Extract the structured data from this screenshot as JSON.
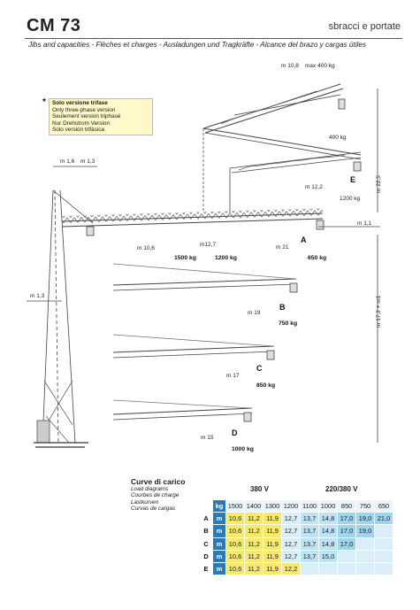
{
  "header": {
    "title": "CM 73",
    "subtitle": "sbracci e portate",
    "jibs_line": "Jibs and capacities  -  Flèches et charges  -  Ausladungen und Tragkräfte  -  Alcance del brazo y cargas útiles"
  },
  "note": {
    "star": "*",
    "lines": [
      "Solo versione trifase",
      "Only three-phase version",
      "Seulement version triphasé",
      "Nur Drehstrom Version",
      "Solo versión trifásica"
    ]
  },
  "diagram": {
    "top_m": "m 10,8",
    "top_max": "max 400 kg",
    "w400": "400 kg",
    "e_m": "m 12,2",
    "e_letter": "E",
    "e_kg": "1200 kg",
    "h225": "m 22,5",
    "m16": "m 1,6",
    "m13top": "m 1,3",
    "m11": "m 1,1",
    "m106": "m 10,6",
    "m127": "m12,7",
    "kg1500": "1500 kg",
    "kg1200": "1200 kg",
    "a_m": "m 21",
    "a_letter": "A",
    "a_kg": "650 kg",
    "m13side": "m 1,3",
    "h172": "m 17,2 + m1",
    "b_m": "m 19",
    "b_letter": "B",
    "b_kg": "750 kg",
    "c_m": "m 17",
    "c_letter": "C",
    "c_kg": "850 kg",
    "d_m": "m 15",
    "d_letter": "D",
    "d_kg": "1000 kg"
  },
  "curves": {
    "title": "Curve di carico",
    "subs": [
      "Load diagrams",
      "Courbes de charge",
      "Lastkurven",
      "Curvas de cargas"
    ],
    "volt1": "380 V",
    "volt2": "220/380 V",
    "kg_label": "kg",
    "m_label": "m",
    "loads": [
      "1500",
      "1400",
      "1300",
      "1200",
      "1100",
      "1000",
      "850",
      "750",
      "650"
    ],
    "rows": [
      {
        "id": "A",
        "values": [
          "10,6",
          "11,2",
          "11,9",
          "12,7",
          "13,7",
          "14,8",
          "17,0",
          "19,0",
          "21,0"
        ]
      },
      {
        "id": "B",
        "values": [
          "10,6",
          "11,2",
          "11,9",
          "12,7",
          "13,7",
          "14,8",
          "17,0",
          "19,0",
          ""
        ]
      },
      {
        "id": "C",
        "values": [
          "10,6",
          "11,2",
          "11,9",
          "12,7",
          "13,7",
          "14,8",
          "17,0",
          "",
          ""
        ]
      },
      {
        "id": "D",
        "values": [
          "10,6",
          "11,2",
          "11,9",
          "12,7",
          "13,7",
          "15,0",
          "",
          "",
          ""
        ]
      },
      {
        "id": "E",
        "values": [
          "10,6",
          "11,2",
          "11,9",
          "12,2",
          "",
          "",
          "",
          "",
          ""
        ]
      }
    ]
  }
}
